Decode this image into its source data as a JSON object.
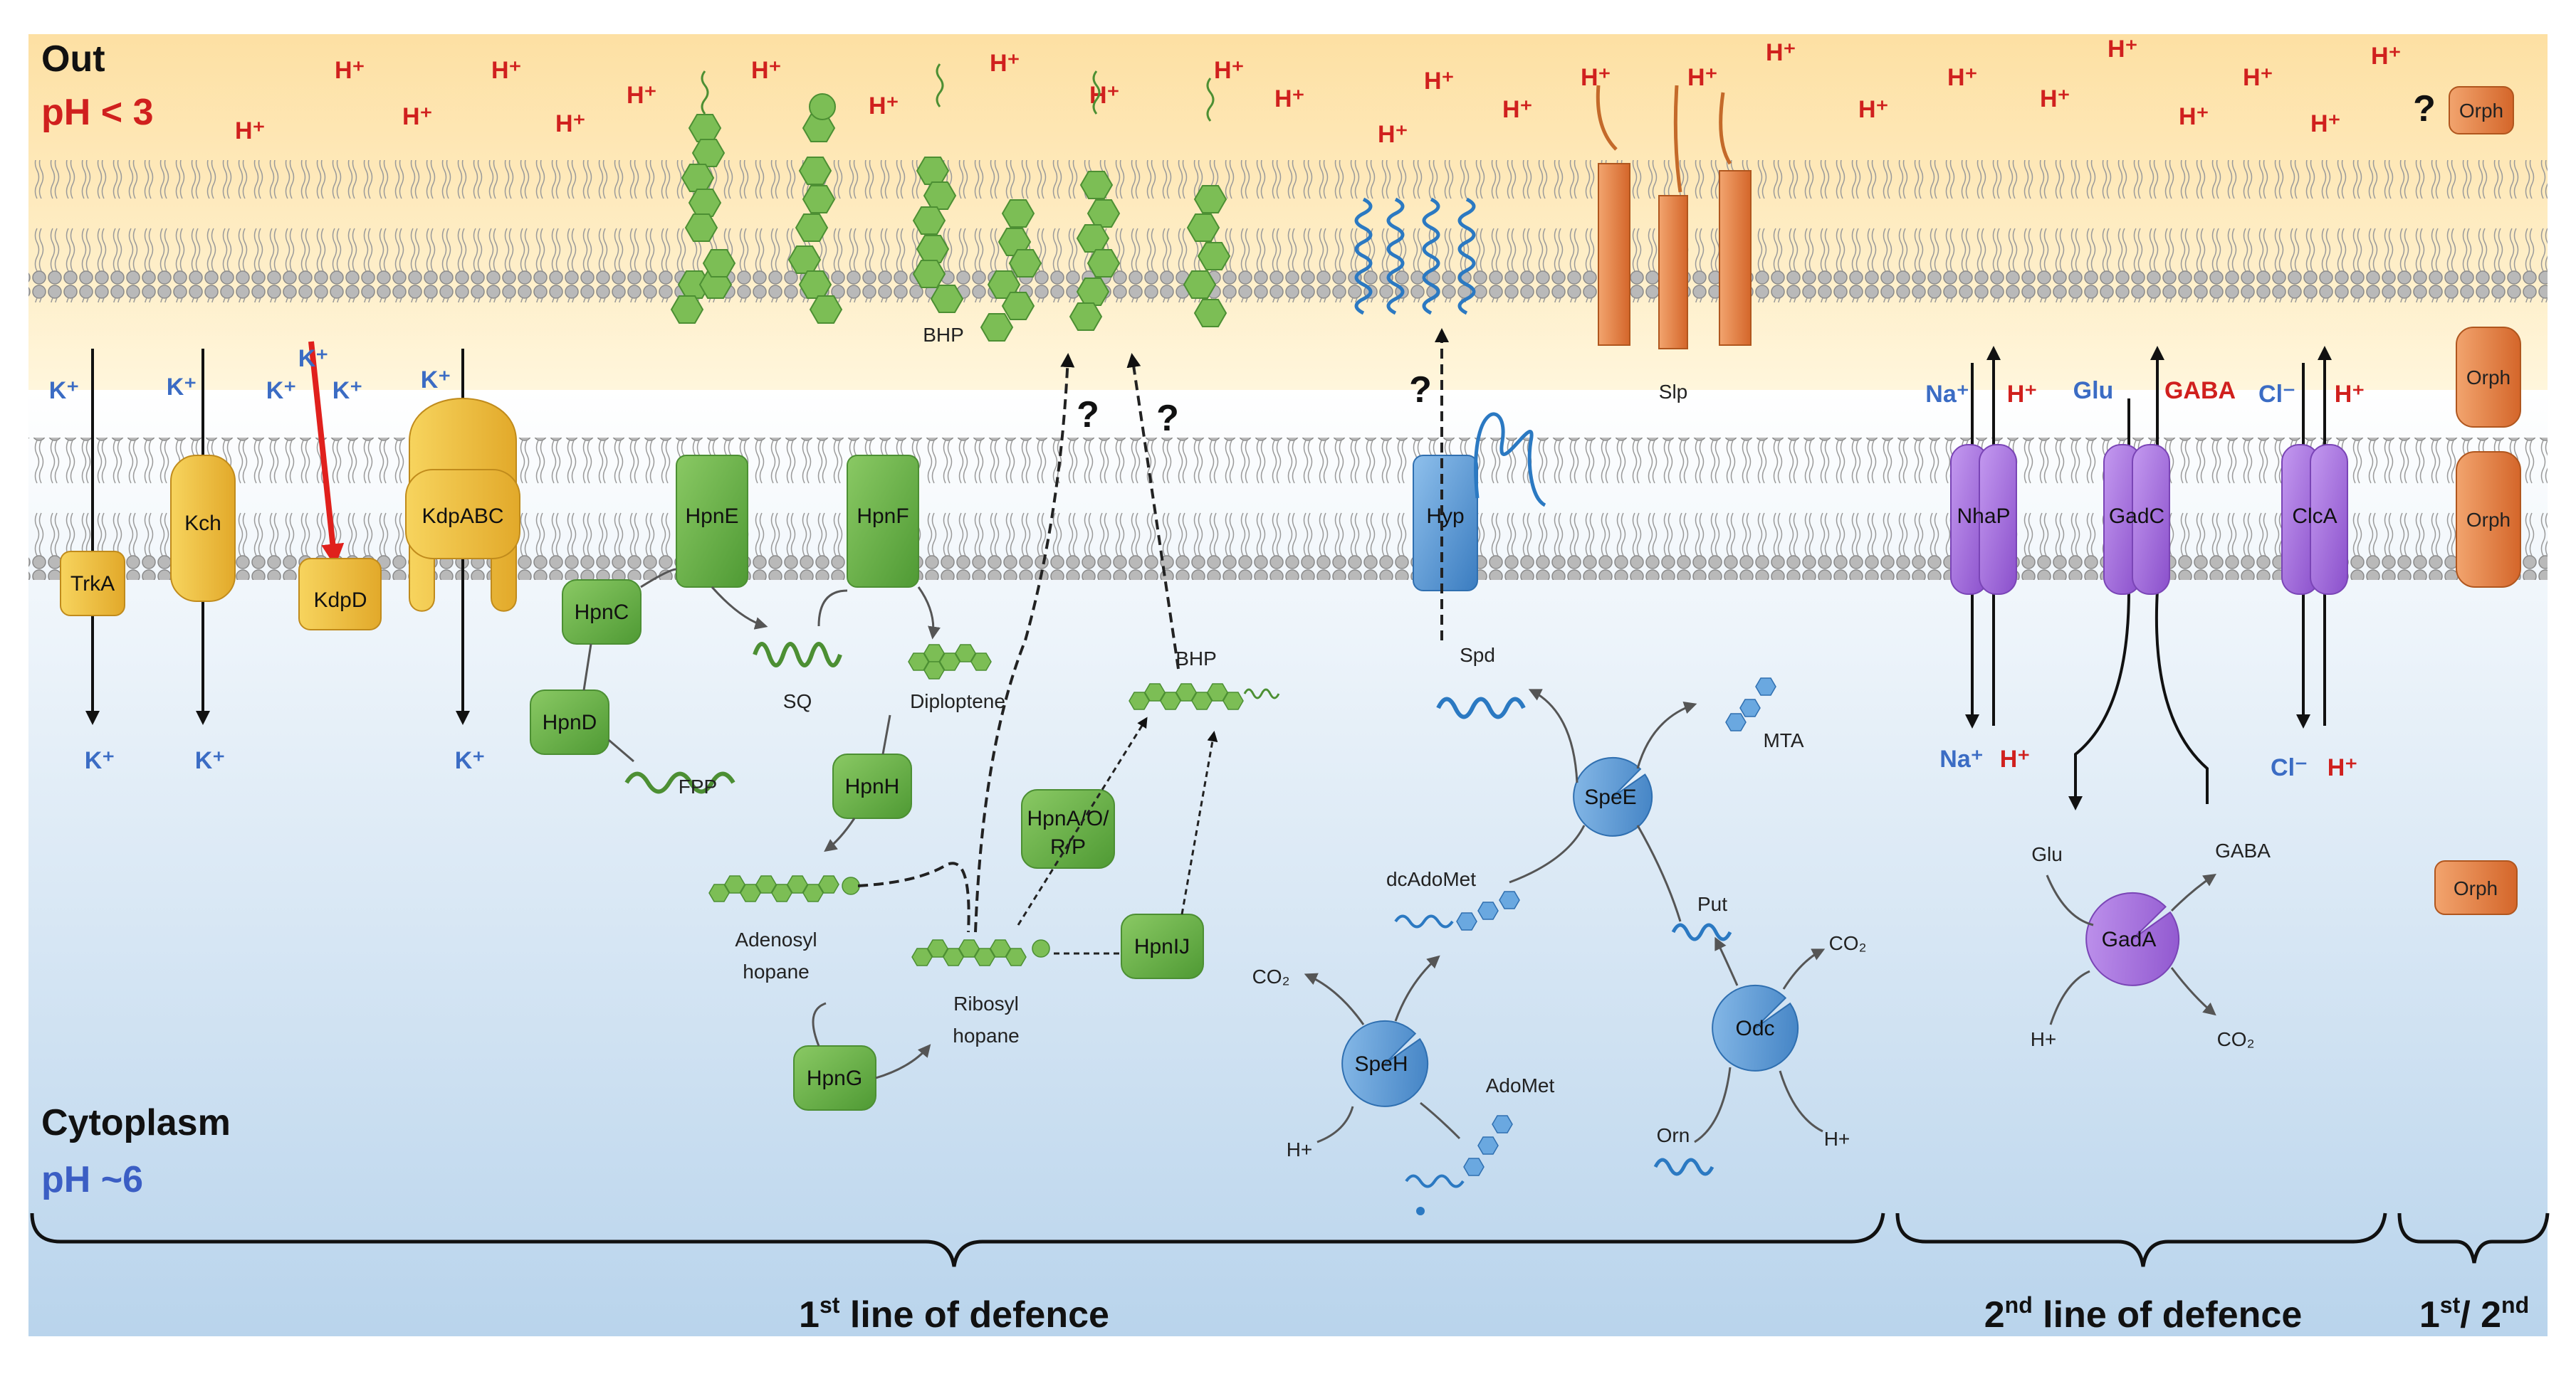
{
  "regions": {
    "out_title": "Out",
    "out_ph": "pH < 3",
    "cyto_title": "Cytoplasm",
    "cyto_ph": "pH ~6"
  },
  "colors": {
    "outside_bg": "#fde7b6",
    "cytoplasm_bg": "#cfe1f1",
    "potassium": "#3b6cc4",
    "proton": "#d0201e",
    "hopanoid_green": "#6db14a",
    "polyamine_blue": "#4a8fd0",
    "antiporter_purple": "#9b5fd0",
    "orph_orange": "#e07a3c",
    "slp_orange": "#e8782a",
    "k_yellow": "#f2c13c"
  },
  "protons": [
    "H⁺"
  ],
  "ions": {
    "k": "K⁺",
    "na": "Na⁺",
    "h": "H⁺",
    "glu": "Glu",
    "gaba": "GABA",
    "cl": "Cl⁻"
  },
  "proteins": {
    "trka": "TrkA",
    "kch": "Kch",
    "kdpd": "KdpD",
    "kdpabc": "KdpABC",
    "hpne": "HpnE",
    "hpnf": "HpnF",
    "hpnc": "HpnC",
    "hpnd": "HpnD",
    "hpnh": "HpnH",
    "hpnaorp": [
      "HpnA/O/",
      "R/P"
    ],
    "hpnij": "HpnIJ",
    "hpng": "HpnG",
    "hyp": "Hyp",
    "spee": "SpeE",
    "speh": "SpeH",
    "odc": "Odc",
    "nhap": "NhaP",
    "gadc": "GadC",
    "clca": "ClcA",
    "gada": "GadA",
    "orph": "Orph",
    "slp": "Slp"
  },
  "metabolites": {
    "sq": "SQ",
    "fpp": "FPP",
    "diploptene": "Diploptene",
    "adenosyl_hopane": [
      "Adenosyl",
      "hopane"
    ],
    "ribosyl_hopane": [
      "Ribosyl",
      "hopane"
    ],
    "bhp": "BHP",
    "spd": "Spd",
    "mta": "MTA",
    "dcadomet": "dcAdoMet",
    "adomet": "AdoMet",
    "put": "Put",
    "orn": "Orn",
    "co2": "CO₂",
    "glu": "Glu",
    "gaba": "GABA",
    "hplus": "H+"
  },
  "unknown_mark": "?",
  "defence": {
    "first_num": "1",
    "first_sup": "st",
    "first_text": " line of defence",
    "second_num": "2",
    "second_sup": "nd",
    "second_text": " line of defence",
    "both": "1st/ 2nd",
    "both_a": "1",
    "both_a_sup": "st",
    "both_sep": "/ 2",
    "both_b_sup": "nd"
  }
}
